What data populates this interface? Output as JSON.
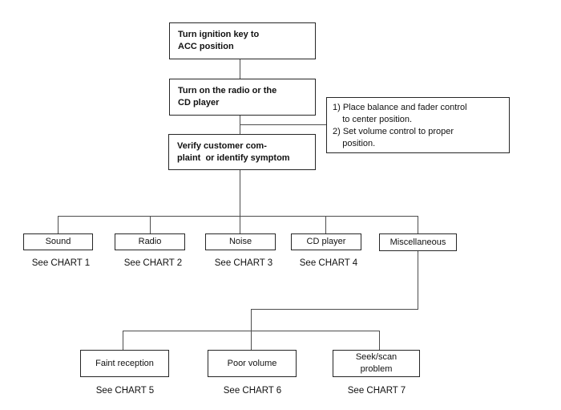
{
  "flowchart": {
    "boxes": {
      "step1": "Turn ignition key to\nACC position",
      "step2": "Turn on the radio or the\nCD player",
      "step3": "Verify customer com-\nplaint  or identify symptom",
      "note": "1) Place balance and fader control\n    to center position.\n2) Set volume control to proper\n    position."
    },
    "symptom_branches": [
      {
        "label": "Sound",
        "see": "See CHART 1"
      },
      {
        "label": "Radio",
        "see": "See CHART 2"
      },
      {
        "label": "Noise",
        "see": "See CHART 3"
      },
      {
        "label": "CD player",
        "see": "See CHART 4"
      },
      {
        "label": "Miscellaneous"
      }
    ],
    "misc_branches": [
      {
        "label": "Faint reception",
        "see": "See CHART 5"
      },
      {
        "label": "Poor volume",
        "see": "See CHART 6"
      },
      {
        "label": "Seek/scan\nproblem",
        "see": "See CHART 7"
      }
    ],
    "colors": {
      "background": "#ffffff",
      "box_border": "#262626",
      "connector": "#4d4d4d",
      "text": "#111111"
    }
  }
}
